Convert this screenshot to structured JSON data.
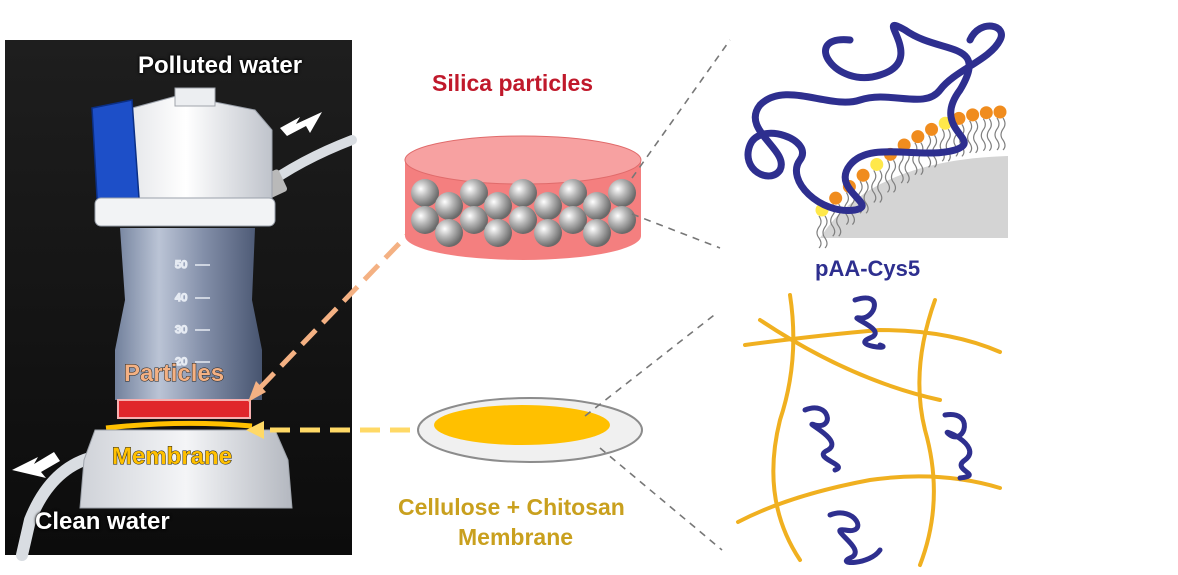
{
  "photo": {
    "label_top": "Polluted water",
    "label_bottom": "Clean water",
    "label_particles": "Particles",
    "label_membrane": "Membrane"
  },
  "middle": {
    "silica_label": "Silica particles",
    "membrane_label_line1": "Cellulose + Chitosan",
    "membrane_label_line2": "Membrane"
  },
  "right": {
    "polymer_label": "pAA-Cys5"
  },
  "colors": {
    "silica_red": "#c0192b",
    "membrane_gold": "#c9a01e",
    "polymer_blue": "#2e2f8f",
    "disk_pink": "#f47f7f",
    "membrane_yellow": "#ffc000",
    "lipid_orange": "#f08c1e",
    "particles_peach": "#f4b183"
  },
  "icons": [
    "arrow-in-icon",
    "arrow-out-icon",
    "dashed-arrow-icon"
  ]
}
